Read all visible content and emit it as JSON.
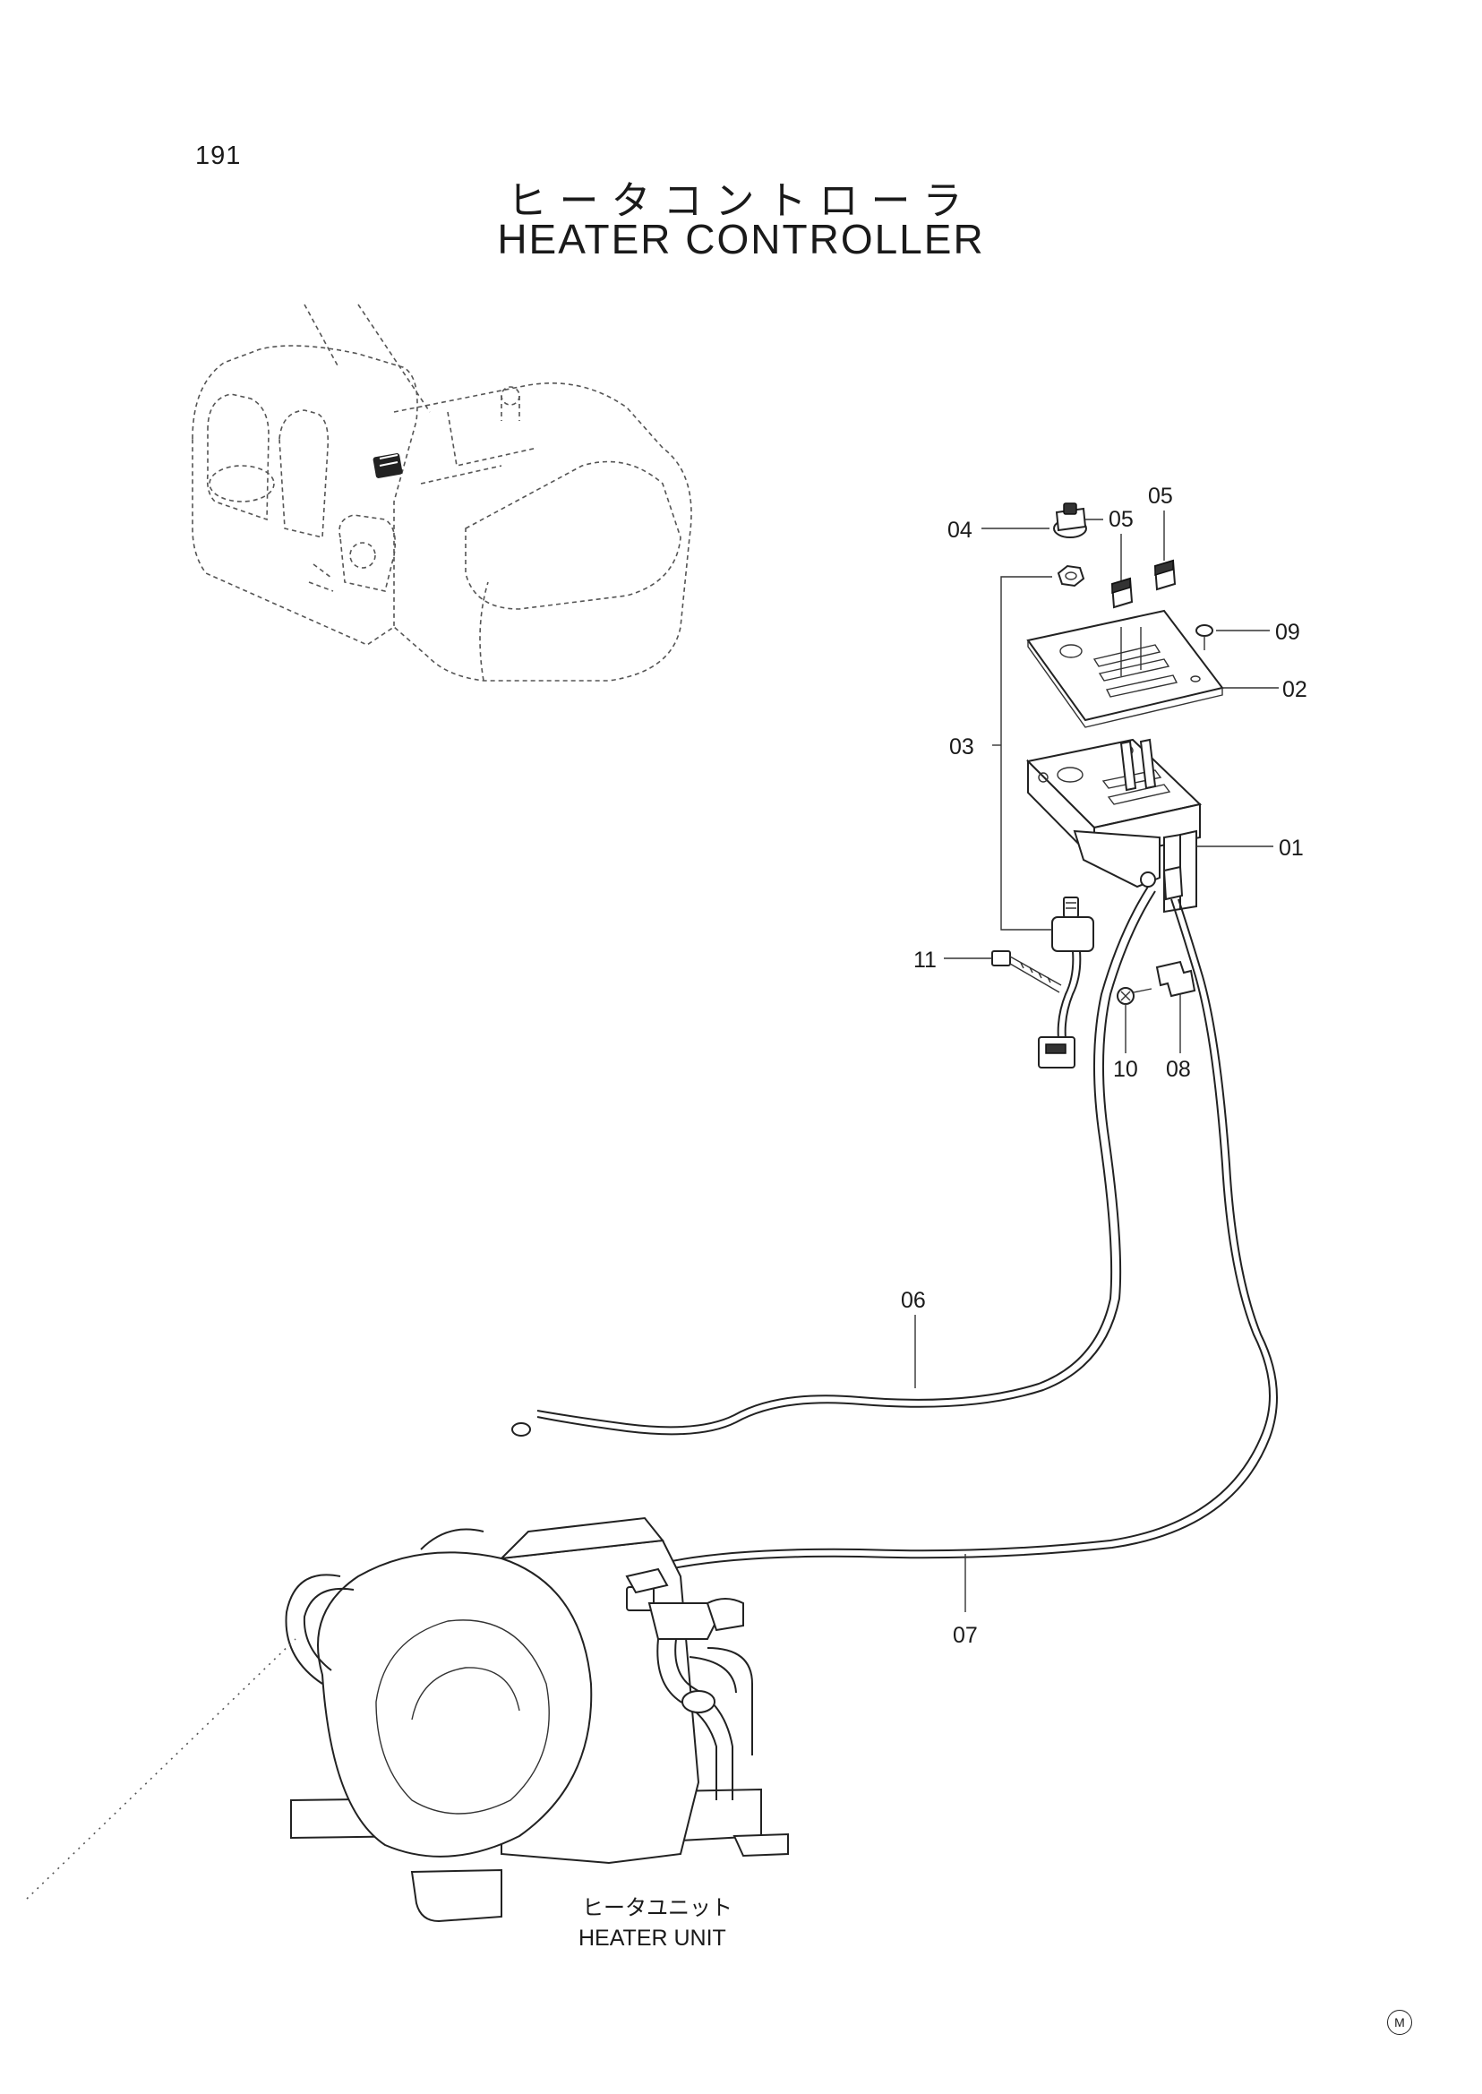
{
  "page": {
    "number": "191",
    "title_ja": "ヒータコントローラ",
    "title_en": "HEATER CONTROLLER"
  },
  "callouts": {
    "c01": "01",
    "c02": "02",
    "c03": "03",
    "c04": "04",
    "c05a": "05",
    "c05b": "05",
    "c06": "06",
    "c07": "07",
    "c08": "08",
    "c09": "09",
    "c10": "10",
    "c11": "11"
  },
  "heater_unit": {
    "label_ja": "ヒータユニット",
    "label_en": "HEATER UNIT"
  },
  "mark": "M"
}
